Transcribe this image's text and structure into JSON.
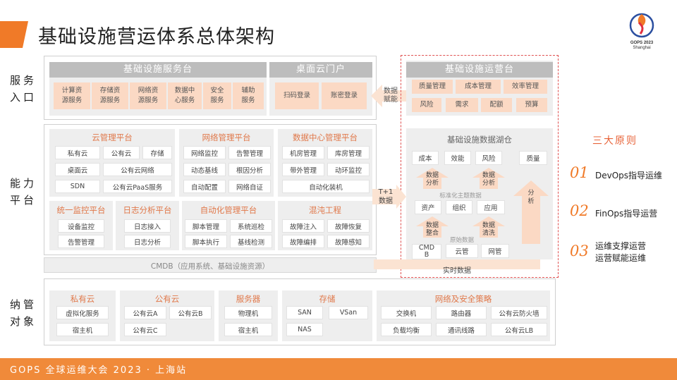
{
  "title": "基础设施营运体系总体架构",
  "logo": {
    "line1": "GOPS 2023",
    "line2": "Shanghai"
  },
  "row_labels": {
    "service_entry": "服务\n入口",
    "capability": "能力\n平台",
    "managed": "纳管\n对象"
  },
  "service_platform": {
    "title": "基础设施服务台",
    "items": [
      "计算资\n源服务",
      "存储资\n源服务",
      "网络资\n源服务",
      "数据中\n心服务",
      "安全\n服务",
      "辅助\n服务"
    ]
  },
  "desktop_portal": {
    "title": "桌面云门户",
    "items": [
      "扫码登录",
      "账密登录"
    ]
  },
  "data_enable": "数据\n赋能",
  "ops_platform": {
    "title": "基础设施运营台",
    "items": [
      "质量管理",
      "成本管理",
      "效率管理",
      "风险",
      "需求",
      "配额",
      "预算"
    ]
  },
  "cloud_mgmt": {
    "title": "云管理平台",
    "items": [
      "私有云",
      "公有云",
      "存储",
      "桌面云",
      "公有云网络",
      "SDN",
      "公有云PaaS服务"
    ]
  },
  "network_mgmt": {
    "title": "网络管理平台",
    "items": [
      "网络监控",
      "告警管理",
      "动态基线",
      "根因分析",
      "自动配置",
      "网络自证"
    ]
  },
  "dc_mgmt": {
    "title": "数据中心管理平台",
    "items": [
      "机房管理",
      "库房管理",
      "带外管理",
      "动环监控",
      "自动化装机"
    ]
  },
  "monitor": {
    "title": "统一监控平台",
    "items": [
      "设备监控",
      "告警管理"
    ]
  },
  "log": {
    "title": "日志分析平台",
    "items": [
      "日志接入",
      "日志分析"
    ]
  },
  "automation": {
    "title": "自动化管理平台",
    "items": [
      "脚本管理",
      "系统巡检",
      "脚本执行",
      "基线检测"
    ]
  },
  "chaos": {
    "title": "混沌工程",
    "items": [
      "故障注入",
      "故障恢复",
      "故障编排",
      "故障感知"
    ]
  },
  "cmdb": "CMDB（应用系统、基础设施资源）",
  "t1": "T+1\n数据",
  "realtime": "实时数据",
  "lake": {
    "title": "基础设施数据湖仓",
    "top": [
      "成本",
      "效能",
      "风险",
      "质量"
    ],
    "analysis1": "数据\n分析",
    "analysis2": "数据\n分析",
    "std_label": "标准化主题数据",
    "std": [
      "资产",
      "组织",
      "应用"
    ],
    "integrate": "数据\n整合",
    "clean": "数据\n清洗",
    "raw_label": "原始数据",
    "raw": [
      "CMD\nB",
      "云管",
      "网管"
    ],
    "analyze_side": "分\n析"
  },
  "principles": {
    "title": "三大原则",
    "items": [
      {
        "num": "01",
        "text": "DevOps指导运维"
      },
      {
        "num": "02",
        "text": "FinOps指导运营"
      },
      {
        "num": "03",
        "text": "运维支撑运营\n运营赋能运维"
      }
    ]
  },
  "managed": {
    "private": {
      "title": "私有云",
      "items": [
        "虚拟化服务",
        "宿主机"
      ]
    },
    "public": {
      "title": "公有云",
      "items": [
        "公有云A",
        "公有云B",
        "公有云C"
      ]
    },
    "server": {
      "title": "服务器",
      "items": [
        "物理机",
        "宿主机"
      ]
    },
    "storage": {
      "title": "存储",
      "items": [
        "SAN",
        "VSan",
        "NAS"
      ]
    },
    "netsec": {
      "title": "网络及安全策略",
      "items": [
        "交换机",
        "路由器",
        "公有云防火墙",
        "负载均衡",
        "通讯线路",
        "公有云LB"
      ]
    }
  },
  "footer": "GOPS 全球运维大会 2023 · 上海站",
  "colors": {
    "accent": "#f07a28",
    "band_head": "#bdbdbd",
    "orange_box": "#fbd9c4",
    "dashed": "#e05050"
  }
}
